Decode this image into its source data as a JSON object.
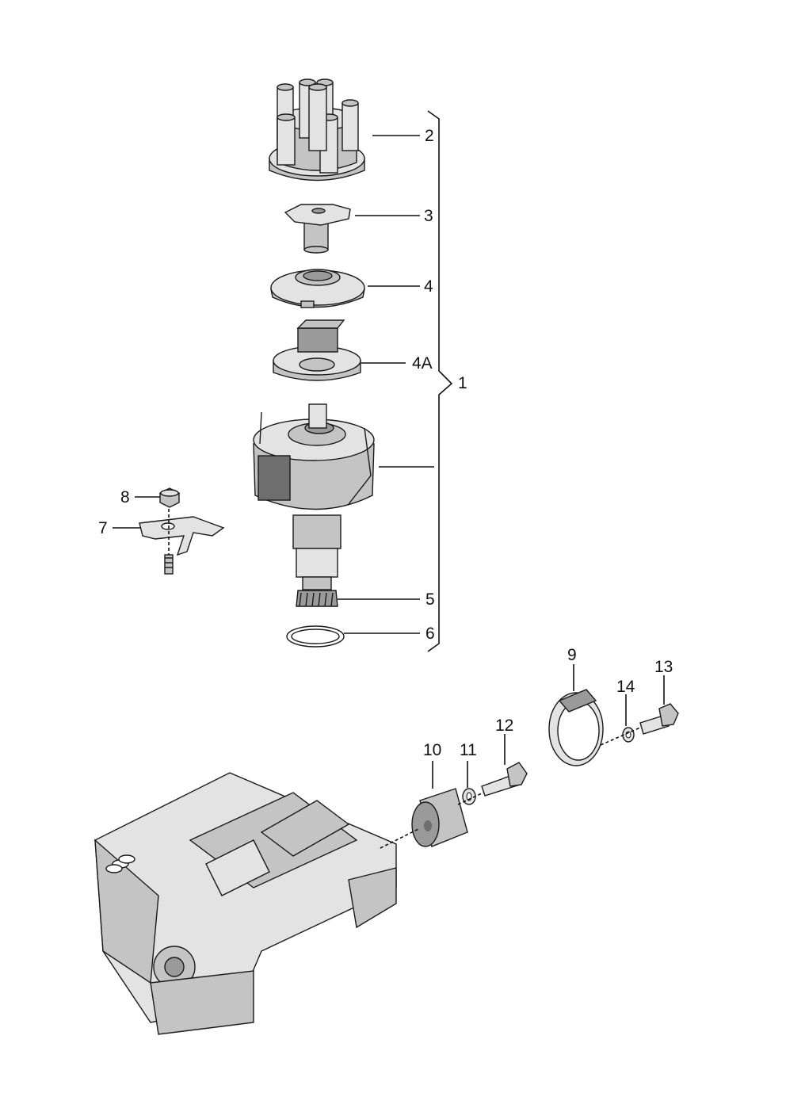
{
  "callouts": {
    "c1": "1",
    "c2": "2",
    "c3": "3",
    "c4": "4",
    "c4a": "4A",
    "c5": "5",
    "c6": "6",
    "c7": "7",
    "c8": "8",
    "c9": "9",
    "c10": "10",
    "c11": "11",
    "c12": "12",
    "c13": "13",
    "c14": "14"
  },
  "colors": {
    "line": "#111111",
    "part_light": "#e3e3e3",
    "part_mid": "#c4c4c4",
    "part_dark": "#6e6e6e"
  }
}
